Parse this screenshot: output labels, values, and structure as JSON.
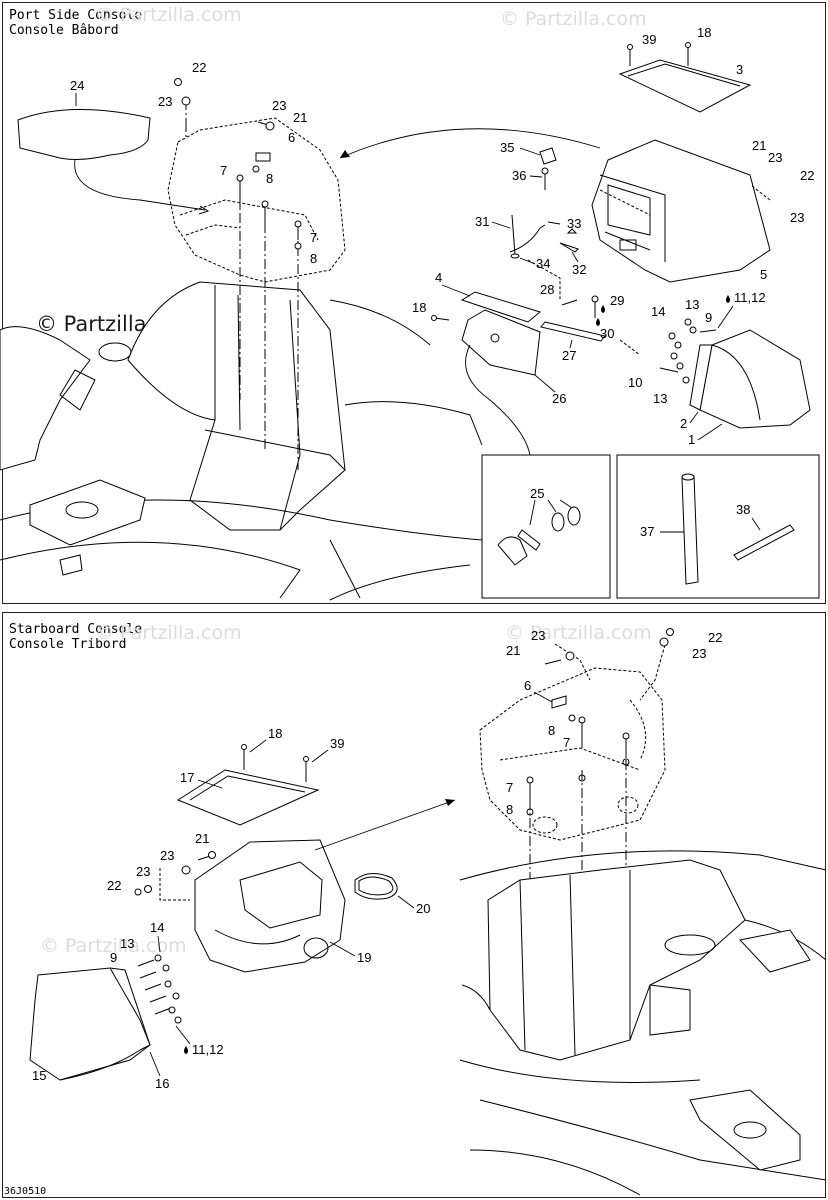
{
  "diagram_code": "36J0510",
  "watermark": "© Partzilla.com",
  "port_panel": {
    "title_line1": "Port Side Console",
    "title_line2": "Console Bâbord",
    "callouts": {
      "c1": "1",
      "c2": "2",
      "c3": "3",
      "c4": "4",
      "c5": "5",
      "c6": "6",
      "c7a": "7",
      "c7b": "7",
      "c8a": "8",
      "c8b": "8",
      "c9": "9",
      "c10": "10",
      "c11_12": "11,12",
      "c13a": "13",
      "c13b": "13",
      "c14": "14",
      "c18a": "18",
      "c18b": "18",
      "c21a": "21",
      "c21b": "21",
      "c22a": "22",
      "c22b": "22",
      "c23a": "23",
      "c23b": "23",
      "c23c": "23",
      "c23d": "23",
      "c24": "24",
      "c25": "25",
      "c26": "26",
      "c27": "27",
      "c28": "28",
      "c29": "29",
      "c30": "30",
      "c31": "31",
      "c32": "32",
      "c33": "33",
      "c34": "34",
      "c35": "35",
      "c36": "36",
      "c37": "37",
      "c38": "38",
      "c39": "39"
    }
  },
  "starboard_panel": {
    "title_line1": "Starboard Console",
    "title_line2": "Console Tribord",
    "callouts": {
      "c6": "6",
      "c7a": "7",
      "c7b": "7",
      "c8a": "8",
      "c8b": "8",
      "c9": "9",
      "c11_12": "11,12",
      "c13": "13",
      "c14": "14",
      "c15": "15",
      "c16": "16",
      "c17": "17",
      "c18": "18",
      "c19": "19",
      "c20": "20",
      "c21a": "21",
      "c21b": "21",
      "c22a": "22",
      "c22b": "22",
      "c23a": "23",
      "c23b": "23",
      "c23c": "23",
      "c39": "39"
    }
  }
}
